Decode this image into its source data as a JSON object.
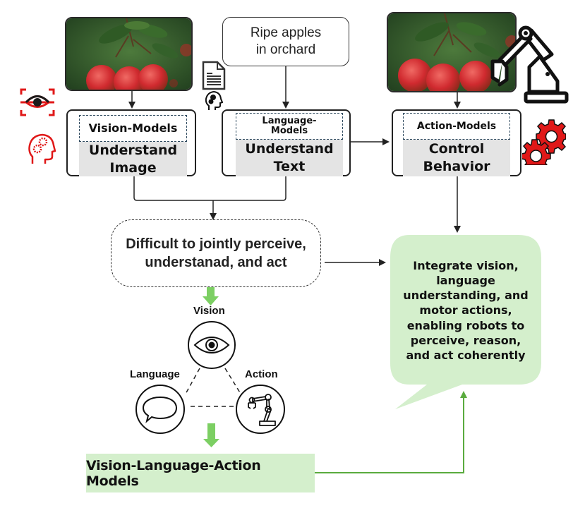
{
  "colors": {
    "accent_green": "#5aab3e",
    "light_green_fill": "#d4efcc",
    "arrow_green": "#7ccf63",
    "icon_red": "#e01818",
    "box_gray": "#e4e4e4",
    "dashed_border": "#2f4a5f"
  },
  "inputs": {
    "image_left": {
      "icon": "apple-orchard-photo",
      "alt": "Ripe red apples on a branch"
    },
    "text_prompt": "Ripe apples in orchard",
    "image_right": {
      "icon": "apple-orchard-photo",
      "alt": "Ripe red apples on a branch"
    }
  },
  "models": [
    {
      "tag": "Vision-Models",
      "body": "Understand Image",
      "icons": [
        "eye-scan-icon",
        "head-gears-icon"
      ]
    },
    {
      "tag": "Language-Models",
      "body": "Understand Text",
      "icons": [
        "document-icon",
        "head-gears-icon"
      ]
    },
    {
      "tag": "Action-Models",
      "body": "Control Behavior",
      "icons": [
        "robot-arm-icon",
        "gears-icon"
      ]
    }
  ],
  "problem": "Difficult to jointly perceive, understanad, and act",
  "triangle": {
    "vision": {
      "label": "Vision",
      "icon": "eye-icon"
    },
    "language": {
      "label": "Language",
      "icon": "speech-bubble-icon"
    },
    "action": {
      "label": "Action",
      "icon": "robot-arm-icon"
    }
  },
  "solution_callout": "Integrate vision, language understanding, and motor actions, enabling robots to perceive, reason, and act coherently",
  "vla_label": "Vision-Language-Action Models"
}
